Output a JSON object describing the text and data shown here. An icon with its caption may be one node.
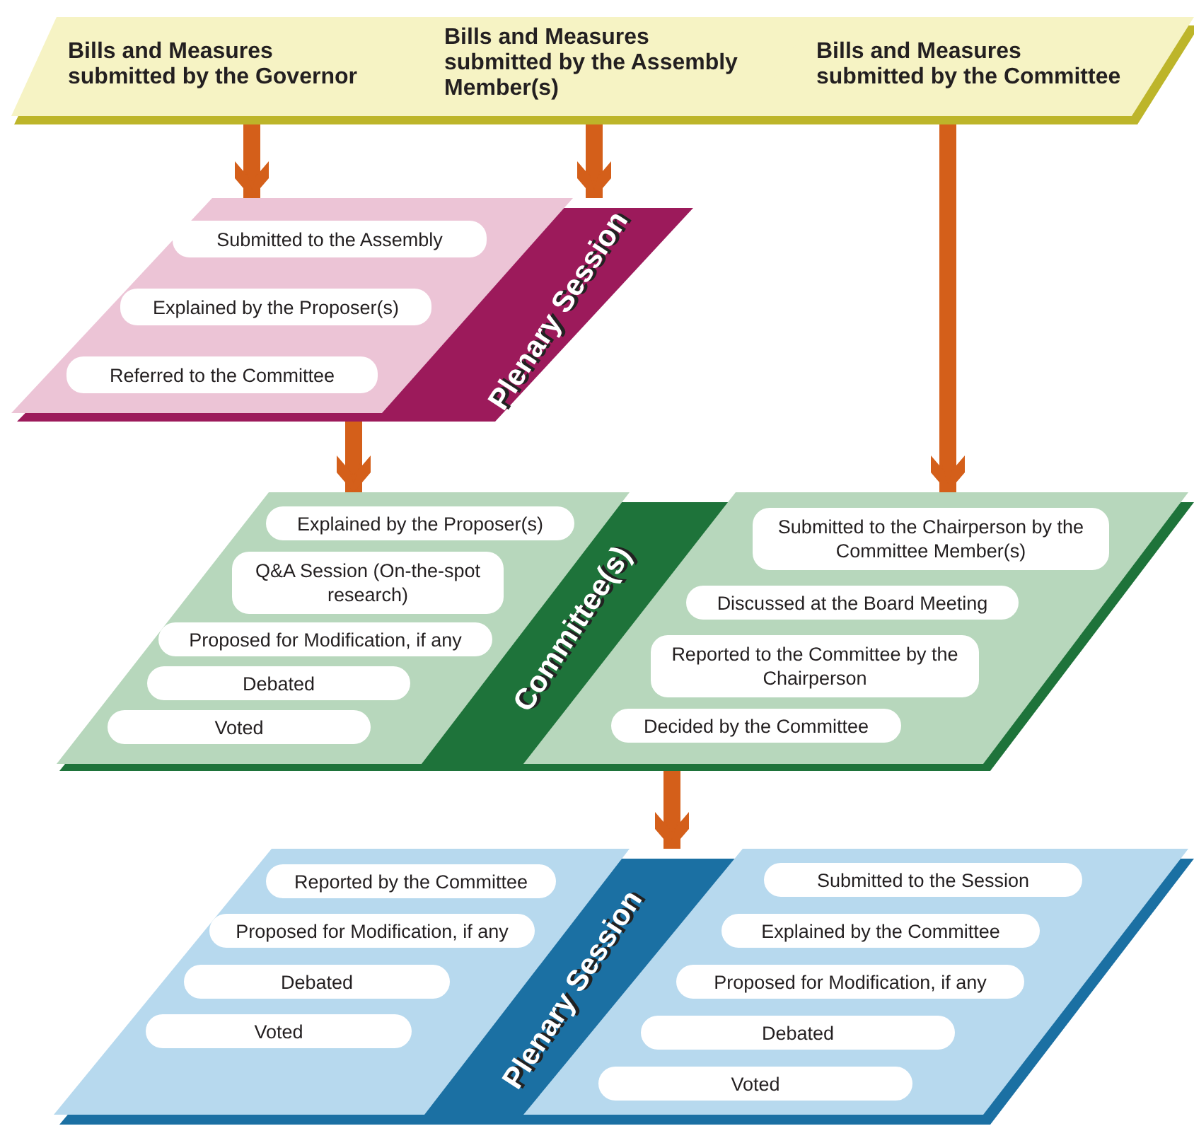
{
  "diagram": {
    "nodes": [
      {
        "text": [
          "Bills and Measures submitted by the Governor"
        ]
      },
      {
        "text": [
          "Bills and Measures submitted by the Assembly Member(s)"
        ]
      },
      {
        "text": [
          "Bills and Measures submitted by the Committee"
        ]
      },
      {
        "text": [
          "Plenary Session"
        ]
      },
      {
        "text": [
          "Submitted to the Assembly"
        ],
        "in": 3
      },
      {
        "text": [
          "Explained by the Proposer(s)"
        ],
        "in": 3
      },
      {
        "text": [
          "Referred to the Committee"
        ],
        "in": 3
      },
      {
        "text": [
          "Committee(s)"
        ]
      },
      {
        "text": [
          "Explained by the Proposer(s)"
        ],
        "in": 7
      },
      {
        "text": [
          "Q&A Session (On-the-spot research)"
        ],
        "in": 7
      },
      {
        "text": [
          "Proposed for Modification, if any"
        ],
        "in": 7
      },
      {
        "text": [
          "Debated"
        ],
        "in": 7
      },
      {
        "text": [
          "Voted"
        ],
        "in": 7
      },
      {
        "text": [
          "Submitted to the Chairperson by the Committee Member(s)"
        ],
        "in": 7
      },
      {
        "text": [
          "Discussed at the Board Meeting"
        ],
        "in": 7
      },
      {
        "text": [
          "Reported to the Committee by the Chairperson"
        ],
        "in": 7
      },
      {
        "text": [
          "Decided by the Committee"
        ],
        "in": 7
      },
      {
        "text": [
          "Plenary Session"
        ]
      },
      {
        "text": [
          "Reported by the Committee"
        ],
        "in": 17
      },
      {
        "text": [
          "Proposed for Modification, if any"
        ],
        "in": 17
      },
      {
        "text": [
          "Debated"
        ],
        "in": 17
      },
      {
        "text": [
          "Voted"
        ],
        "in": 17
      },
      {
        "text": [
          "Submitted to the Session"
        ],
        "in": 17
      },
      {
        "text": [
          "Explained by the Committee"
        ],
        "in": 17
      },
      {
        "text": [
          "Proposed for Modification, if any"
        ],
        "in": 17
      },
      {
        "text": [
          "Debated"
        ],
        "in": 17
      },
      {
        "text": [
          "Voted"
        ],
        "in": 17
      }
    ],
    "edges": [
      {
        "from": 0,
        "to": 3,
        "arrow": "to"
      },
      {
        "from": 1,
        "to": 3,
        "arrow": "to"
      },
      {
        "from": 2,
        "to": 7,
        "arrow": "to"
      },
      {
        "from": 3,
        "to": 7,
        "arrow": "to"
      },
      {
        "from": 7,
        "to": 17,
        "arrow": "to"
      }
    ]
  }
}
